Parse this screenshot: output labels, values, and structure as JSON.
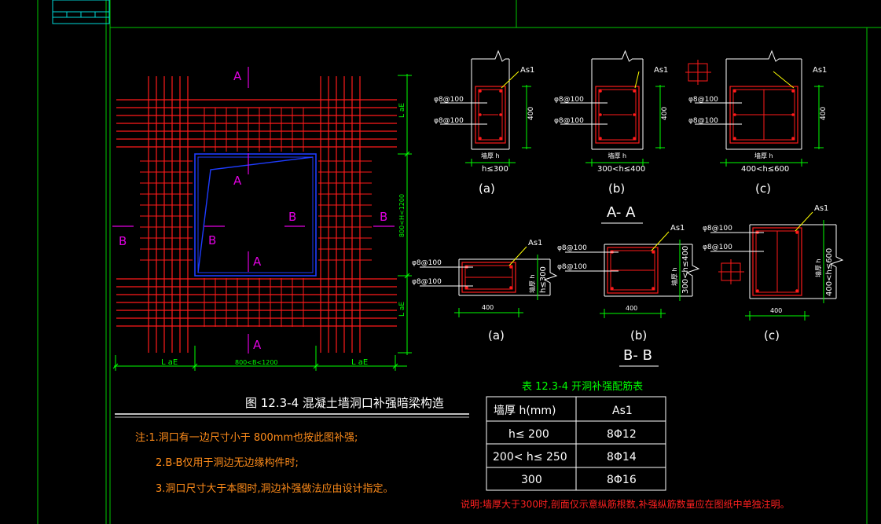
{
  "colors": {
    "background": "#000000",
    "frame": "#00c800",
    "rebar": "#ff1a1a",
    "label": "#e000e0",
    "dim": "#00ff00",
    "text": "#ffffff",
    "note": "#ff8c1a",
    "table_title": "#00ff00",
    "remark": "#ff2020",
    "opening": "#1e3cff",
    "cyan": "#00d8d8",
    "leader": "#ffff00"
  },
  "plan": {
    "section_a": "A",
    "section_b": "B",
    "dim_lae": "L aE",
    "dim_width": "800<B<1200",
    "dim_height": "800<H<1200"
  },
  "sections_aa": {
    "title": "A- A",
    "as1": "As1",
    "stirrup_top": "φ8@100",
    "stirrup_bottom": "φ8@100",
    "height": "400",
    "wall": "墙厚 h",
    "a_range": "h≤300",
    "b_range": "300<h≤400",
    "c_range": "400<h≤600",
    "label_a": "(a)",
    "label_b": "(b)",
    "label_c": "(c)"
  },
  "sections_bb": {
    "title": "B- B",
    "as1": "As1",
    "stirrup_top": "φ8@100",
    "stirrup_bottom": "φ8@100",
    "width": "400",
    "wall": "墙厚 h",
    "a_range": "h≤300",
    "b_range": "300<h≤400",
    "c_range": "400<h≤600",
    "label_a": "(a)",
    "label_b": "(b)",
    "label_c": "(c)"
  },
  "figure_title": "图 12.3-4  混凝土墙洞口补强暗梁构造",
  "notes": [
    "注:1.洞口有一边尺寸小于 800mm也按此图补强;",
    "2.B-B仅用于洞边无边缘构件时;",
    "3.洞口尺寸大于本图时,洞边补强做法应由设计指定。"
  ],
  "table": {
    "title": "表 12.3-4  开洞补强配筋表",
    "headers": [
      "墙厚 h(mm)",
      "As1"
    ],
    "rows": [
      [
        "h≤ 200",
        "8Φ12"
      ],
      [
        "200< h≤ 250",
        "8Φ14"
      ],
      [
        "300",
        "8Φ16"
      ]
    ]
  },
  "remark": "说明:墙厚大于300时,剖面仅示意纵筋根数,补强纵筋数量应在图纸中单独注明。"
}
